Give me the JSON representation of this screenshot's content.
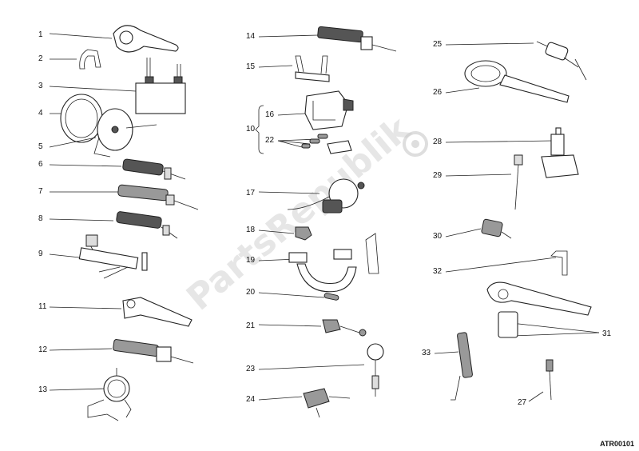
{
  "labels": {
    "p1": "1",
    "p2": "2",
    "p3": "3",
    "p4": "4",
    "p5": "5",
    "p6": "6",
    "p7": "7",
    "p8": "8",
    "p9": "9",
    "p10": "10",
    "p11": "11",
    "p12": "12",
    "p13": "13",
    "p14": "14",
    "p15": "15",
    "p16": "16",
    "p17": "17",
    "p18": "18",
    "p19": "19",
    "p20": "20",
    "p21": "21",
    "p22": "22",
    "p23": "23",
    "p24": "24",
    "p25": "25",
    "p26": "26",
    "p27": "27",
    "p28": "28",
    "p29": "29",
    "p30": "30",
    "p31": "31",
    "p32": "32",
    "p33": "33"
  },
  "watermark": "PartsRepublik",
  "drawing_code": "ATR00101"
}
